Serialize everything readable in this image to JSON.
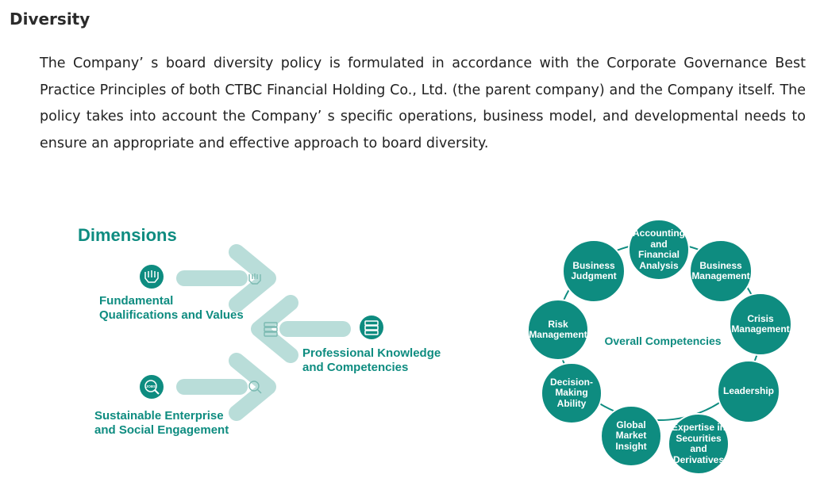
{
  "heading": "Diversity",
  "intro": "The Company’ s board diversity policy is formulated in accordance with the Corporate Governance Best Practice Principles of both CTBC Financial Holding Co., Ltd. (the parent company) and the Company itself. The policy takes into account the Company’ s specific operations, business model, and developmental needs to ensure an appropriate and effective approach to board diversity.",
  "dimensions": {
    "title": "Dimensions",
    "items": [
      {
        "label": "Fundamental\nQualifications and Values",
        "icon": "handshake-icon"
      },
      {
        "label": "Professional Knowledge\nand Competencies",
        "icon": "server-stack-icon"
      },
      {
        "label": "Sustainable Enterprise\nand Social Engagement",
        "icon": "jobs-search-icon"
      }
    ],
    "icon_badge_text": "JOBS"
  },
  "competencies": {
    "center": "Overall Competencies",
    "items": [
      "Accounting\nand Financial\nAnalysis",
      "Business\nManagement",
      "Crisis\nManagement",
      "Leadership",
      "Expertise in\nSecurities\nand\nDerivatives",
      "Global\nMarket\nInsight",
      "Decision-\nMaking\nAbility",
      "Risk\nManagement",
      "Business\nJudgment"
    ]
  },
  "colors": {
    "teal": "#0e8c80",
    "light_teal": "#b9ddd9",
    "text": "#222222"
  }
}
